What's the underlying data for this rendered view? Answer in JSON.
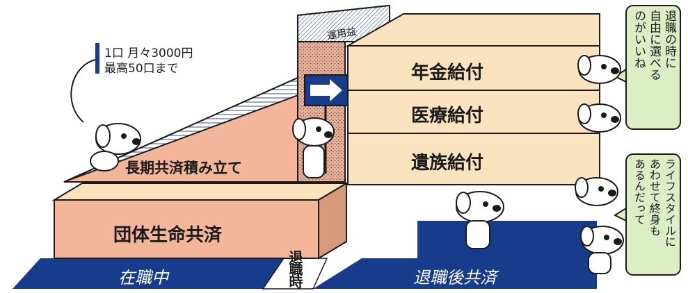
{
  "plan_note": {
    "line1": "1口 月々3000円",
    "line2": "最高50口まで"
  },
  "investment_label": "運用益",
  "long_term_label": "長期共済積み立て",
  "group_label": "団体生命共済",
  "benefits": [
    "年金給付",
    "医療給付",
    "遺族給付"
  ],
  "floor": {
    "during": "在職中",
    "retirement": "退職時",
    "after": "退職後共済"
  },
  "speech_top": [
    "退職の時に",
    "自由に選べる",
    "のがいいね"
  ],
  "speech_bottom": [
    "ライフスタイルに",
    "あわせて終身も",
    "あるんだって"
  ],
  "colors": {
    "salmon": "#f4b69a",
    "cream": "#fbe3bf",
    "navy": "#173c8c",
    "speech": "#dcefc4",
    "hatch": "#c8d0e8"
  }
}
